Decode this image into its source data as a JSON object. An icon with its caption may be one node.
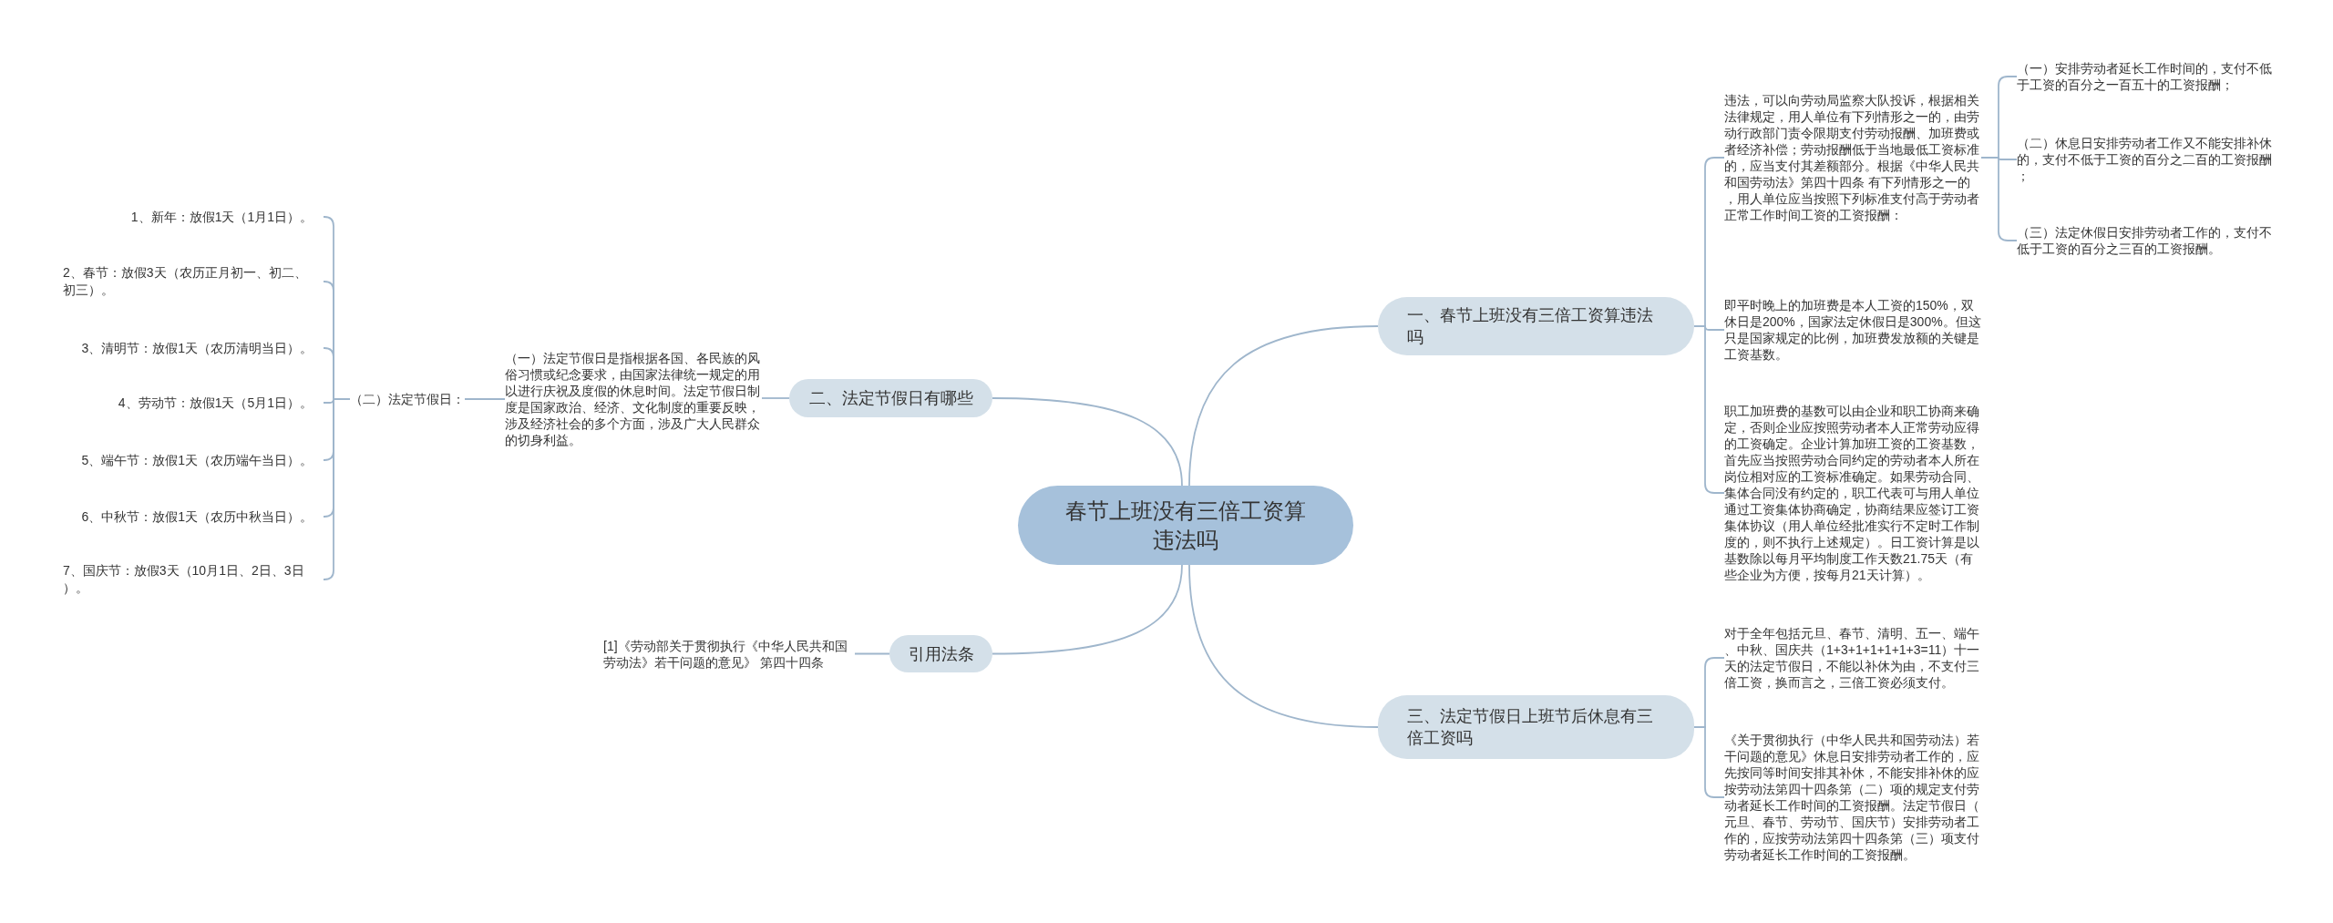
{
  "diagram": {
    "nodes": [
      {
        "text": [
          "春节上班没有三倍工资算违法吗"
        ]
      },
      {
        "text": [
          "一、春节上班没有三倍工资算违法吗"
        ]
      },
      {
        "text": [
          "违法，可以向劳动局监察大队投诉，根据相关法律规定，用人单位有下列情形之一的，由劳动行政部门责令限期支付劳动报酬、加班费或者经济补偿；劳动报酬低于当地最低工资标准的，应当支付其差额部分。根据《中华人民共和国劳动法》第四十四条 有下列情形之一的，用人单位应当按照下列标准支付高于劳动者正常工作时间工资的工资报酬："
        ]
      },
      {
        "text": [
          "（一）安排劳动者延长工作时间的，支付不低于工资的百分之一百五十的工资报酬；"
        ]
      },
      {
        "text": [
          "（二）休息日安排劳动者工作又不能安排补休的，支付不低于工资的百分之二百的工资报酬；"
        ]
      },
      {
        "text": [
          "（三）法定休假日安排劳动者工作的，支付不低于工资的百分之三百的工资报酬。"
        ]
      },
      {
        "text": [
          "即平时晚上的加班费是本人工资的150%，双休日是200%，国家法定休假日是300%。但这只是国家规定的比例，加班费发放额的关键是工资基数。"
        ]
      },
      {
        "text": [
          "职工加班费的基数可以由企业和职工协商来确定，否则企业应按照劳动者本人正常劳动应得的工资确定。企业计算加班工资的工资基数，首先应当按照劳动合同约定的劳动者本人所在岗位相对应的工资标准确定。如果劳动合同、集体合同没有约定的，职工代表可与用人单位通过工资集体协商确定，协商结果应签订工资集体协议（用人单位经批准实行不定时工作制度的，则不执行上述规定）。日工资计算是以基数除以每月平均制度工作天数21.75天（有些企业为方便，按每月21天计算）。"
        ]
      },
      {
        "text": [
          "三、法定节假日上班节后休息有三倍工资吗"
        ]
      },
      {
        "text": [
          "对于全年包括元旦、春节、清明、五一、端午、中秋、国庆共（1+3+1+1+1+1+3=11）十一天的法定节假日，不能以补休为由，不支付三倍工资，换而言之，三倍工资必须支付。"
        ]
      },
      {
        "text": [
          "《关于贯彻执行（中华人民共和国劳动法）若干问题的意见》休息日安排劳动者工作的，应先按同等时间安排其补休，不能安排补休的应按劳动法第四十四条第（二）项的规定支付劳动者延长工作时间的工资报酬。法定节假日（元旦、春节、劳动节、国庆节）安排劳动者工作的，应按劳动法第四十四条第（三）项支付劳动者延长工作时间的工资报酬。"
        ]
      },
      {
        "text": [
          "二、法定节假日有哪些"
        ]
      },
      {
        "text": [
          "（一）法定节假日是指根据各国、各民族的风俗习惯或纪念要求，由国家法律统一规定的用以进行庆祝及度假的休息时间。法定节假日制度是国家政治、经济、文化制度的重要反映，涉及经济社会的多个方面，涉及广大人民群众的切身利益。"
        ]
      },
      {
        "text": [
          "（二）法定节假日："
        ]
      },
      {
        "text": [
          "1、新年：放假1天（1月1日）。"
        ]
      },
      {
        "text": [
          "2、春节：放假3天（农历正月初一、初二、初三）。"
        ]
      },
      {
        "text": [
          "3、清明节：放假1天（农历清明当日）。"
        ]
      },
      {
        "text": [
          "4、劳动节：放假1天（5月1日）。"
        ]
      },
      {
        "text": [
          "5、端午节：放假1天（农历端午当日）。"
        ]
      },
      {
        "text": [
          "6、中秋节：放假1天（农历中秋当日）。"
        ]
      },
      {
        "text": [
          "7、国庆节：放假3天（10月1日、2日、3日）。"
        ]
      },
      {
        "text": [
          "引用法条"
        ]
      },
      {
        "text": [
          "[1]《劳动部关于贯彻执行《中华人民共和国劳动法》若干问题的意见》 第四十四条"
        ]
      }
    ],
    "edges": [
      {
        "from": 0,
        "to": 1,
        "arrow": "none"
      },
      {
        "from": 1,
        "to": 2,
        "arrow": "none"
      },
      {
        "from": 2,
        "to": 3,
        "arrow": "none"
      },
      {
        "from": 2,
        "to": 4,
        "arrow": "none"
      },
      {
        "from": 2,
        "to": 5,
        "arrow": "none"
      },
      {
        "from": 1,
        "to": 6,
        "arrow": "none"
      },
      {
        "from": 1,
        "to": 7,
        "arrow": "none"
      },
      {
        "from": 0,
        "to": 8,
        "arrow": "none"
      },
      {
        "from": 8,
        "to": 9,
        "arrow": "none"
      },
      {
        "from": 8,
        "to": 10,
        "arrow": "none"
      },
      {
        "from": 0,
        "to": 11,
        "arrow": "none"
      },
      {
        "from": 11,
        "to": 12,
        "arrow": "none"
      },
      {
        "from": 12,
        "to": 13,
        "arrow": "none"
      },
      {
        "from": 13,
        "to": 14,
        "arrow": "none"
      },
      {
        "from": 13,
        "to": 15,
        "arrow": "none"
      },
      {
        "from": 13,
        "to": 16,
        "arrow": "none"
      },
      {
        "from": 13,
        "to": 17,
        "arrow": "none"
      },
      {
        "from": 13,
        "to": 18,
        "arrow": "none"
      },
      {
        "from": 13,
        "to": 19,
        "arrow": "none"
      },
      {
        "from": 13,
        "to": 20,
        "arrow": "none"
      },
      {
        "from": 0,
        "to": 21,
        "arrow": "none"
      },
      {
        "from": 21,
        "to": 22,
        "arrow": "none"
      }
    ]
  }
}
